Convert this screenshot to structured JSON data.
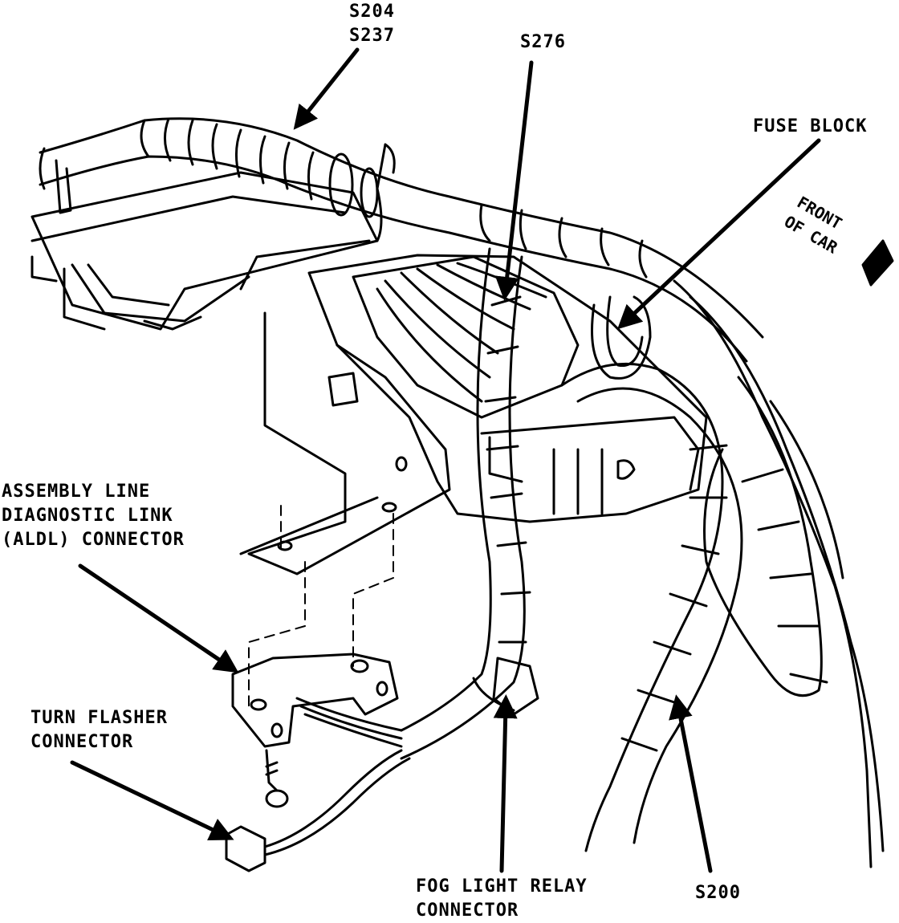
{
  "labels": {
    "s204": "S204",
    "s237": "S237",
    "s276": "S276",
    "fuse_block": "FUSE BLOCK",
    "front_of_car_line1": "FRONT",
    "front_of_car_line2": "OF CAR",
    "aldl_line1": "ASSEMBLY LINE",
    "aldl_line2": "DIAGNOSTIC LINK",
    "aldl_line3": "(ALDL) CONNECTOR",
    "turn_flasher_line1": "TURN FLASHER",
    "turn_flasher_line2": "CONNECTOR",
    "fog_light_line1": "FOG LIGHT RELAY",
    "fog_light_line2": "CONNECTOR",
    "s200": "S200"
  },
  "colors": {
    "ink": "#000000",
    "paper": "#ffffff"
  }
}
